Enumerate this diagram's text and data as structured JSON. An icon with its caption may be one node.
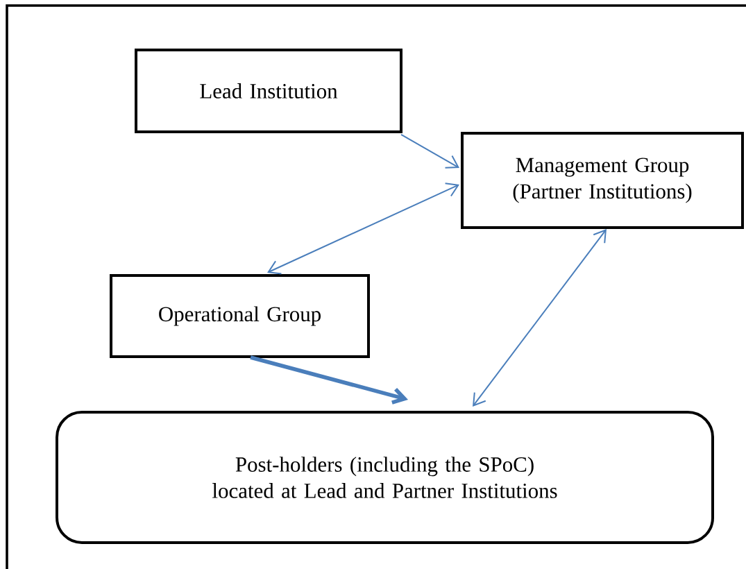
{
  "diagram": {
    "nodes": [
      {
        "text": [
          "Lead Institution"
        ]
      },
      {
        "text": [
          "Management Group (Partner Institutions)"
        ]
      },
      {
        "text": [
          "Operational Group"
        ]
      },
      {
        "text": [
          "Post-holders (including the SPoC) located at Lead and Partner Institutions"
        ]
      }
    ],
    "edges": [
      {
        "from": 0,
        "to": 1,
        "arrow": "to"
      },
      {
        "from": 1,
        "to": 2,
        "arrow": "both"
      },
      {
        "from": 2,
        "to": 3,
        "arrow": "to",
        "style": "thick"
      },
      {
        "from": 1,
        "to": 3,
        "arrow": "both"
      }
    ]
  }
}
